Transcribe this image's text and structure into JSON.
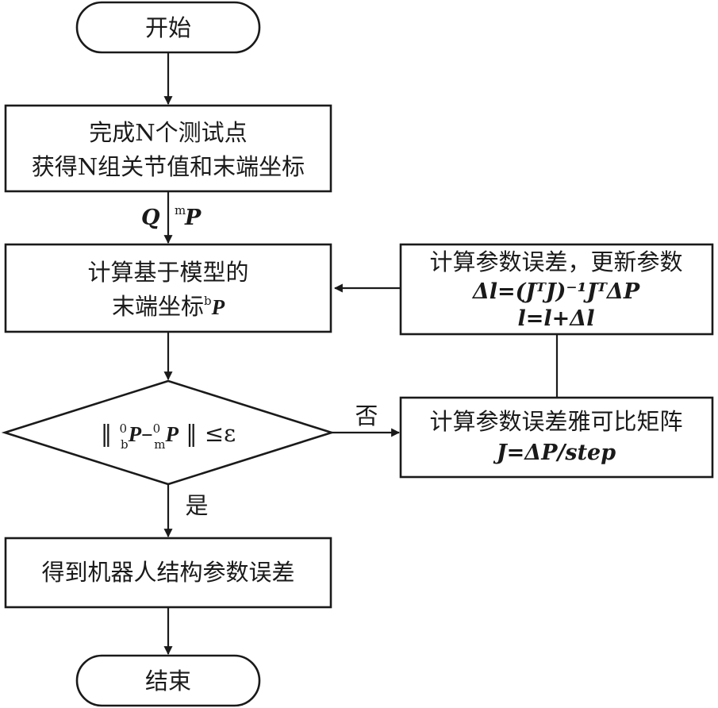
{
  "nodes": {
    "start": {
      "label": "开始"
    },
    "collect": {
      "line1": "完成N个测试点",
      "line2": "获得N组关节值和末端坐标"
    },
    "compute_model": {
      "line1": "计算基于模型的",
      "line2": "末端坐标",
      "sup": "b",
      "sym": "P"
    },
    "update_params": {
      "line1": "计算参数误差，更新参数",
      "line2": "Δl=(JᵀJ)⁻¹JᵀΔP",
      "line3": "l=l+Δl"
    },
    "decision": {
      "label": "‖ ⁰ᵦP−⁰ₘP ‖ ≤ε",
      "pre": "‖ ",
      "sup1": "0",
      "sub1": "b",
      "sym1": "P",
      "minus": "–",
      "sup2": "0",
      "sub2": "m",
      "sym2": "P",
      "post": " ‖ ≤ε"
    },
    "jacobian": {
      "line1": "计算参数误差雅可比矩阵",
      "line2": "J=ΔP/step"
    },
    "result": {
      "label": "得到机器人结构参数误差"
    },
    "end": {
      "label": "结束"
    }
  },
  "edges": {
    "collect_to_compute": {
      "q": "Q",
      "sup": "m",
      "p": "P"
    },
    "decision_no": {
      "label": "否"
    },
    "decision_yes": {
      "label": "是"
    }
  }
}
